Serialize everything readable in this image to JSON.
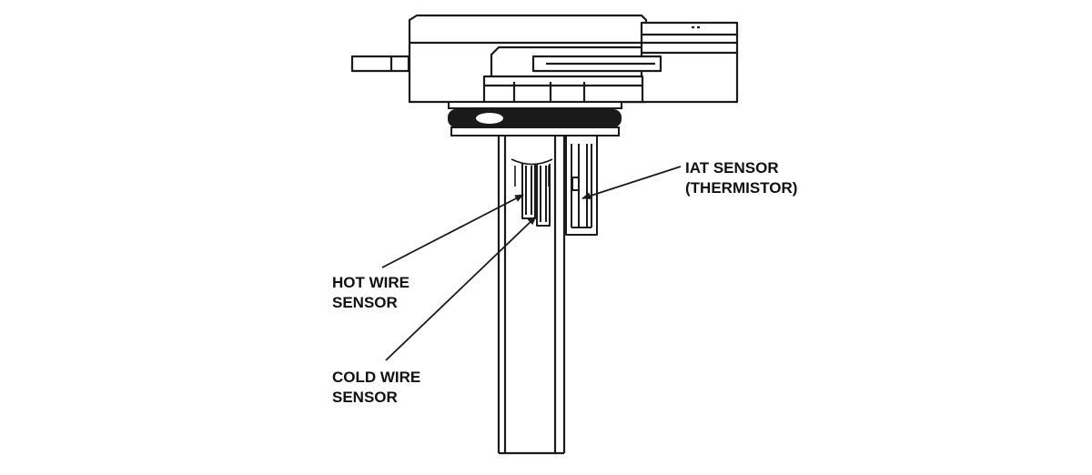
{
  "labels": {
    "iat_sensor": {
      "line1": "IAT SENSOR",
      "line2": "(THERMISTOR)"
    },
    "hot_wire_sensor": {
      "line1": "HOT WIRE",
      "line2": "SENSOR"
    },
    "cold_wire_sensor": {
      "line1": "COLD WIRE",
      "line2": "SENSOR"
    }
  },
  "colors": {
    "stroke": "#1a1a1a",
    "background": "#ffffff",
    "text": "#111111"
  }
}
